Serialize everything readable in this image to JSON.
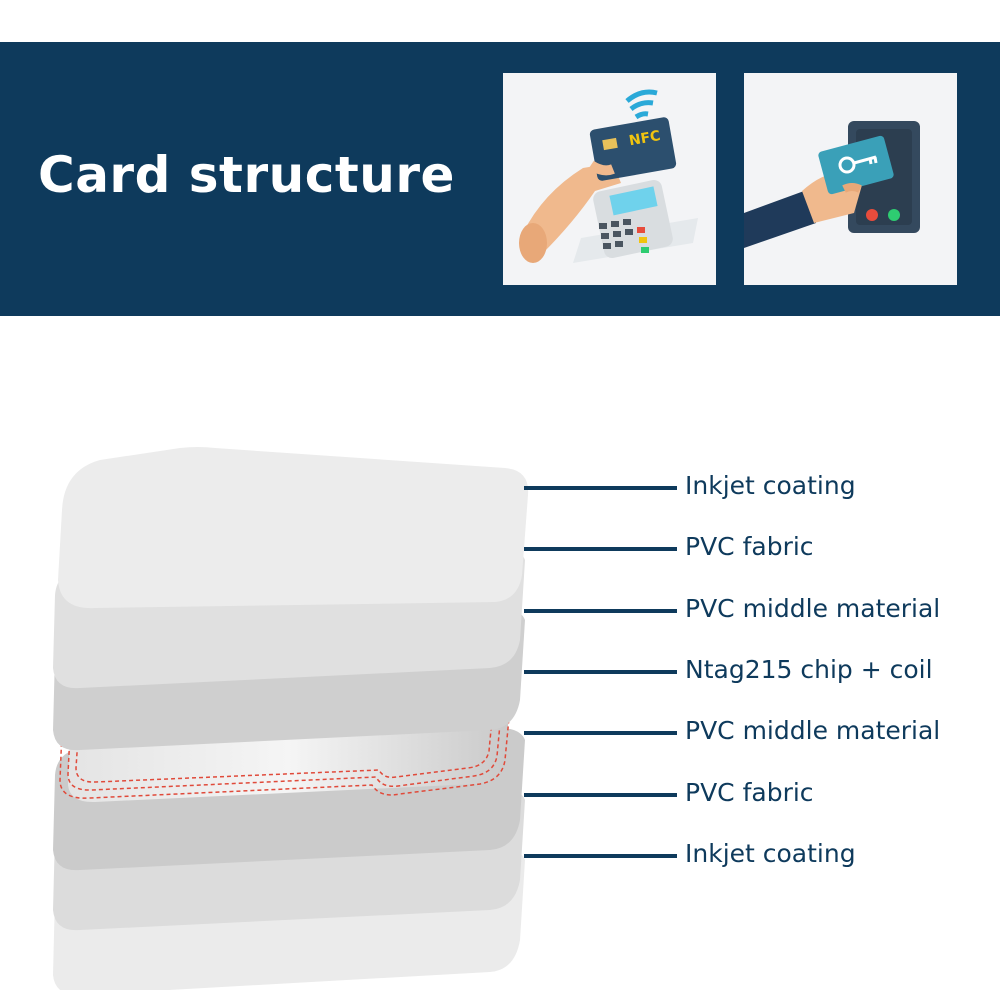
{
  "banner": {
    "title": "Card structure",
    "background_color": "#0e3a5c"
  },
  "photos": [
    {
      "icon": "nfc-payment-terminal-icon",
      "card_text": "NFC"
    },
    {
      "icon": "key-card-access-reader-icon"
    }
  ],
  "layers": [
    {
      "label": "Inkjet coating",
      "fill": "#ececec"
    },
    {
      "label": "PVC fabric",
      "fill": "#e0e0e0"
    },
    {
      "label": "PVC middle material",
      "fill": "#cfcfcf"
    },
    {
      "label": "Ntag215 chip + coil",
      "fill": "#e6e6e6",
      "coil_color": "#e04a3a"
    },
    {
      "label": "PVC middle material",
      "fill": "#cbcbcb"
    },
    {
      "label": "PVC fabric",
      "fill": "#dcdcdc"
    },
    {
      "label": "Inkjet coating",
      "fill": "#ebebeb"
    }
  ],
  "label_color": "#0e3a5c"
}
